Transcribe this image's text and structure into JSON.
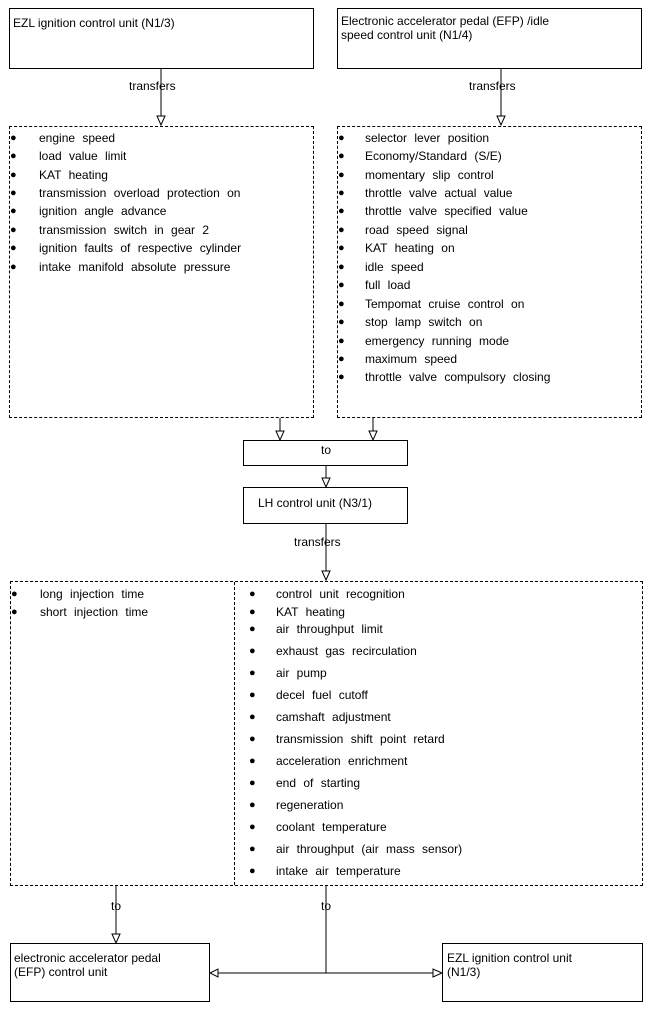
{
  "boxes": {
    "ezl_top": "EZL ignition control unit (N1/3)",
    "efp_top": "Electronic accelerator pedal (EFP) /idle\nspeed control unit (N1/4)",
    "to_box": "to",
    "lh": "LH control unit (N3/1)",
    "efp_bottom": "electronic accelerator pedal\n(EFP) control unit",
    "ezl_bottom": "EZL ignition control unit\n(N1/3)"
  },
  "labels": {
    "transfers_left": "transfers",
    "transfers_right": "transfers",
    "transfers_lh": "transfers",
    "to_left": "to",
    "to_right": "to"
  },
  "lists": {
    "ezl_signals": [
      "engine speed",
      "load value limit",
      "KAT heating",
      "transmission overload protection on",
      "ignition angle advance",
      "transmission switch in gear 2",
      "ignition faults of respective cylinder",
      "intake manifold absolute pressure"
    ],
    "efp_signals": [
      "selector lever position",
      "Economy/Standard (S/E)",
      "momentary slip control",
      "throttle valve actual value",
      "throttle valve specified value",
      "road speed signal",
      "KAT heating on",
      "idle speed",
      "full load",
      "Tempomat cruise control on",
      "stop lamp switch on",
      "emergency running mode",
      "maximum speed",
      "throttle valve compulsory closing"
    ],
    "lh_to_efp": [
      "long injection time",
      "short injection time"
    ],
    "lh_to_ezl": [
      "control unit recognition",
      "KAT heating",
      "air throughput limit",
      "exhaust gas recirculation",
      "air pump",
      "decel fuel cutoff",
      "camshaft adjustment",
      "transmission shift point retard",
      "acceleration enrichment",
      "end of starting",
      "regeneration",
      "coolant temperature",
      "air throughput (air mass sensor)",
      "intake air temperature"
    ]
  },
  "bullet_glyph": "●"
}
